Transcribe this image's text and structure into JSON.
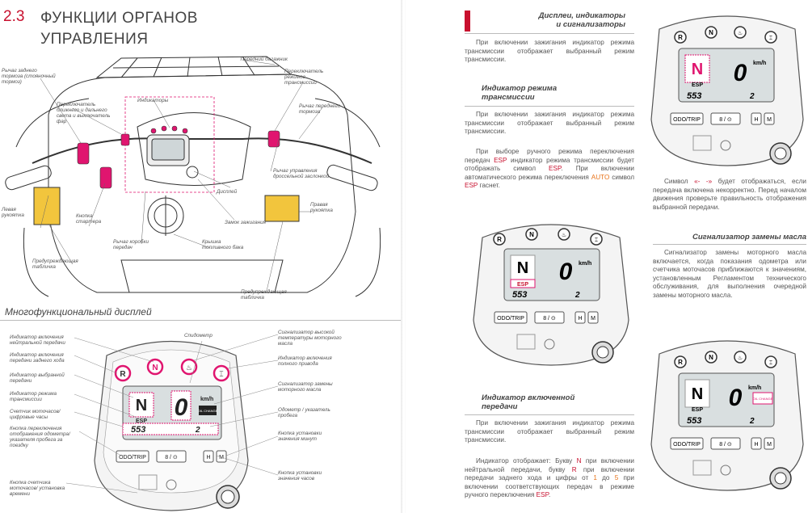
{
  "left": {
    "section_number": "2.3",
    "section_title_1": "ФУНКЦИИ ОРГАНОВ",
    "section_title_2": "УПРАВЛЕНИЯ",
    "atv_labels": {
      "rear_brake": "Рычаг заднего тормоза (стояночный тормоз)",
      "light_switch": "Переключатель ближнего и дальнего света и выключатель фар",
      "indicators": "Индикаторы",
      "front_rack": "Передний багажник",
      "mode_switch": "Переключатель режимов трансмиссии",
      "front_brake": "Рычаг переднего тормоза",
      "throttle": "Рычаг управления дроссельной заслонкой",
      "display": "Дисплей",
      "ignition": "Замок зажигания",
      "left_grip": "Левая рукоятка",
      "start_button": "Кнопка стартера",
      "gear_lever": "Рычаг коробки передач",
      "fuel_cap": "Крышка топливного бака",
      "right_grip": "Правая рукоятка",
      "warning_plate_left": "Предупреждающая табличка",
      "warning_plate_right": "Предупреждающая табличка"
    },
    "display_caption": "Многофункциональный дисплей",
    "display_labels": {
      "neutral": "Индикатор включения нейтральной передачи",
      "reverse": "Индикатор включения передачи заднего хода",
      "selected_gear": "Индикатор выбранной передачи",
      "mode": "Индикатор режима трансмиссии",
      "counter": "Счетчик моточасов/ цифровые часы",
      "odo_button": "Кнопка переключения отображения одометра/ указателя пробега за поездку",
      "hours_button": "Кнопка счетчика моточасов/ установка времени",
      "speedometer": "Спидометр",
      "temp": "Сигнализатор высокой температуры моторного масла",
      "awd": "Индикатор включения полного привода",
      "oil_change": "Сигнализатор замены моторного масла",
      "odometer": "Одометр / указатель пробега",
      "min_button": "Кнопка установки значения минут",
      "hour_button": "Кнопка установки значения часов"
    }
  },
  "right": {
    "heading1_a": "Дисплеи, индикаторы",
    "heading1_b": "и сигнализаторы",
    "para1": "При включении зажигания индикатор режима трансмиссии отображает выбранный режим трансмиссии.",
    "heading2_a": "Индикатор режима",
    "heading2_b": "трансмиссии",
    "para2": "При включении зажигания индикатор режима трансмиссии отображает выбранный режим трансмиссии.",
    "para3_a": "При выборе ручного режима переключения передач ",
    "para3_esp": "ESP",
    "para3_b": " индикатор режима трансмиссии будет отображать символ ",
    "para3_c": ". При включении автоматического режима переключения ",
    "para3_auto": "AUTO",
    "para3_d": " символ ",
    "para3_e": " гаснет.",
    "heading3_a": "Индикатор включенной",
    "heading3_b": "передачи",
    "para4": "При включении зажигания индикатор режима трансмиссии отображает выбранный режим трансмиссии.",
    "para5_a": "Индикатор отображает: Букву ",
    "para5_n": "N",
    "para5_b": " при включении нейтральной передачи, букву ",
    "para5_r": "R",
    "para5_c": " при включении передачи заднего хода и цифры от ",
    "para5_1": "1",
    "para5_d": " до ",
    "para5_5": "5",
    "para5_e": " при включении соответствующих передач в режиме ручного переключения ",
    "para5_esp": "ESP",
    "para5_f": ".",
    "para6_a": "Символ ",
    "para6_sym": "«- -»",
    "para6_b": " будет отображаться, если передача включена некорректно. Перед началом движения проверьте правильность отображения выбранной передачи.",
    "heading4": "Сигнализатор замены масла",
    "para7": "Сигнализатор замены моторного масла включается, когда показания одометра или счетчика моточасов приближаются к значениям, установленным Регламентом технического обслуживания, для выполнения очередной замены моторного масла."
  },
  "gauge": {
    "icon_r": "R",
    "icon_n": "N",
    "gear_n": "N",
    "esp": "ESP",
    "speed": "0",
    "unit": "km/h",
    "odo": "553",
    "odo_right": "2",
    "button_odo": "ODO/TRIP",
    "button_mid": "8 / ⊙",
    "button_h": "H",
    "button_m": "M",
    "oil_text": "OIL CHANGE"
  },
  "colors": {
    "accent": "#c8102e",
    "magenta": "#e0156f",
    "orange": "#e8731a",
    "sticker": "#f2c53d"
  }
}
